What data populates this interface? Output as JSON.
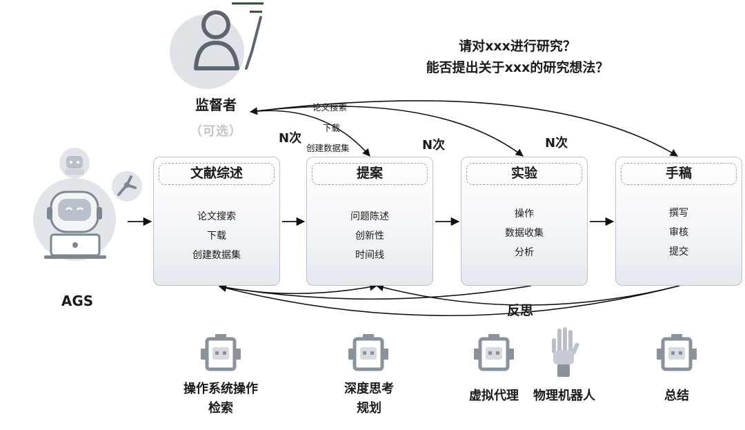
{
  "question": {
    "line1": "请对xxx进行研究？",
    "line2": "能否提出关于xxx的研究想法？"
  },
  "supervisor": {
    "label": "监督者",
    "optional": "（可选）"
  },
  "agent": {
    "label": "AGS"
  },
  "stages": [
    {
      "title": "文献综述",
      "items": [
        "论文搜索",
        "下载",
        "创建数据集"
      ]
    },
    {
      "title": "提案",
      "items": [
        "问题陈述",
        "创新性",
        "时间线"
      ]
    },
    {
      "title": "实验",
      "items": [
        "操作",
        "数据收集",
        "分析"
      ]
    },
    {
      "title": "手稿",
      "items": [
        "撰写",
        "审核",
        "提交"
      ]
    }
  ],
  "supervisor_edges": {
    "items": [
      "论文搜索",
      "下载",
      "创建数据集"
    ],
    "n_labels": [
      "N次",
      "N次",
      "N次"
    ]
  },
  "reflection": {
    "label": "反思"
  },
  "tools": [
    {
      "icon": "robot-icon",
      "lines": [
        "操作系统操作",
        "检索"
      ]
    },
    {
      "icon": "robot-icon",
      "lines": [
        "深度思考",
        "规划"
      ]
    },
    {
      "icon": "robot-icon",
      "lines": [
        "虚拟代理"
      ]
    },
    {
      "icon": "robot-hand-icon",
      "lines": [
        "物理机器人"
      ]
    },
    {
      "icon": "robot-icon",
      "lines": [
        "总结"
      ]
    }
  ],
  "colors": {
    "accent_green": "#2e4a2e",
    "icon_gray": "#8a929c",
    "box_border": "#b9c0c9"
  }
}
